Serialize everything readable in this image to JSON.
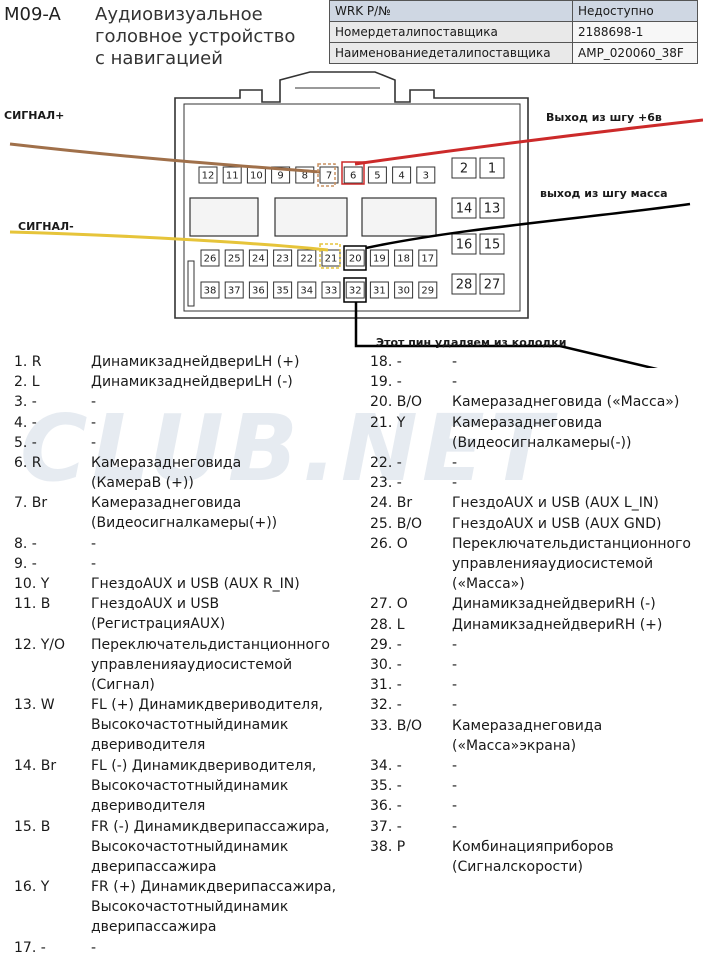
{
  "header": {
    "code": "M09-A",
    "title": "Аудиовизуальное\nголовное устройство\nс навигацией"
  },
  "info_table": [
    [
      "WRK P/№",
      "Недоступно"
    ],
    [
      "Номердеталипоставщика",
      "2188698-1"
    ],
    [
      "Наименованиедеталипоставщика",
      "AMP_020060_38F"
    ]
  ],
  "annotations": {
    "signal_plus": "СИГНАЛ+",
    "signal_minus": "СИГНАЛ-",
    "out_plus6v": "Выход из шгу +6в",
    "out_ground": "выход из шгу масса",
    "remove_pin": "Этот пин удаляем из колодки"
  },
  "colors": {
    "wire_signal_plus": "#a0704a",
    "wire_signal_minus": "#e6c43a",
    "wire_out_plus6v": "#cc2a2a",
    "wire_ground": "#000000",
    "watermark": "#d2dbe6"
  },
  "watermark": "CLUB.NET",
  "connector": {
    "row1": [
      "12",
      "11",
      "10",
      "9",
      "8",
      "7",
      "6",
      "5",
      "4",
      "3"
    ],
    "row2": [
      "26",
      "25",
      "24",
      "23",
      "22",
      "21",
      "20",
      "19",
      "18",
      "17"
    ],
    "row3": [
      "38",
      "37",
      "36",
      "35",
      "34",
      "33",
      "32",
      "31",
      "30",
      "29"
    ],
    "big": [
      "2",
      "1",
      "14",
      "13",
      "16",
      "15",
      "28",
      "27"
    ]
  },
  "pins_left": [
    {
      "n": "1. R",
      "d": "ДинамикзаднейдвериLH (+)"
    },
    {
      "n": "2. L",
      "d": "ДинамикзаднейдвериLH (-)"
    },
    {
      "n": "3. -",
      "d": "-"
    },
    {
      "n": "4. -",
      "d": "-"
    },
    {
      "n": "5. -",
      "d": "-"
    },
    {
      "n": "6. R",
      "d": "Камеразаднеговида\n(КамераB (+))"
    },
    {
      "n": "7. Br",
      "d": "Камеразаднеговида\n(Видеосигналкамеры(+))"
    },
    {
      "n": "8. -",
      "d": "-"
    },
    {
      "n": "9. -",
      "d": "-"
    },
    {
      "n": "10. Y",
      "d": "ГнездоAUX и USB (AUX R_IN)"
    },
    {
      "n": "11. B",
      "d": "ГнездоAUX и USB\n(РегистрацияAUX)"
    },
    {
      "n": "12. Y/O",
      "d": "Переключательдистанционного\nуправленияаудиосистемой\n(Сигнал)"
    },
    {
      "n": "13. W",
      "d": "FL (+) Динамикдвериводителя,\nВысокочастотныйдинамик\nдвериводителя"
    },
    {
      "n": "14. Br",
      "d": "FL (-) Динамикдвериводителя,\nВысокочастотныйдинамик\nдвериводителя"
    },
    {
      "n": "15. B",
      "d": "FR (-) Динамикдверипассажира,\nВысокочастотныйдинамик\nдверипассажира"
    },
    {
      "n": "16. Y",
      "d": "FR (+) Динамикдверипассажира,\nВысокочастотныйдинамик\nдверипассажира"
    },
    {
      "n": "17. -",
      "d": "-"
    }
  ],
  "pins_right": [
    {
      "n": "18. -",
      "d": "-"
    },
    {
      "n": "19. -",
      "d": "-"
    },
    {
      "n": "20. B/O",
      "d": "Камеразаднеговида («Масса»)"
    },
    {
      "n": "21. Y",
      "d": "Камеразаднеговида\n(Видеосигналкамеры(-))"
    },
    {
      "n": "22. -",
      "d": "-"
    },
    {
      "n": "23. -",
      "d": "-"
    },
    {
      "n": "24. Br",
      "d": "ГнездоAUX и USB (AUX L_IN)"
    },
    {
      "n": "25. B/O",
      "d": "ГнездоAUX и USB (AUX GND)"
    },
    {
      "n": "26. O",
      "d": "Переключательдистанционного\nуправленияаудиосистемой\n(«Масса»)"
    },
    {
      "n": "27. O",
      "d": "ДинамикзаднейдвериRH (-)"
    },
    {
      "n": "28. L",
      "d": "ДинамикзаднейдвериRH (+)"
    },
    {
      "n": "29. -",
      "d": "-"
    },
    {
      "n": "30. -",
      "d": "-"
    },
    {
      "n": "31. -",
      "d": "-"
    },
    {
      "n": "32. -",
      "d": "-"
    },
    {
      "n": "33. B/O",
      "d": "Камеразаднеговида\n(«Масса»экрана)"
    },
    {
      "n": "34. -",
      "d": "-"
    },
    {
      "n": "35. -",
      "d": "-"
    },
    {
      "n": "36. -",
      "d": "-"
    },
    {
      "n": "37. -",
      "d": "-"
    },
    {
      "n": "38. P",
      "d": "Комбинацияприборов\n(Сигналскорости)"
    }
  ]
}
